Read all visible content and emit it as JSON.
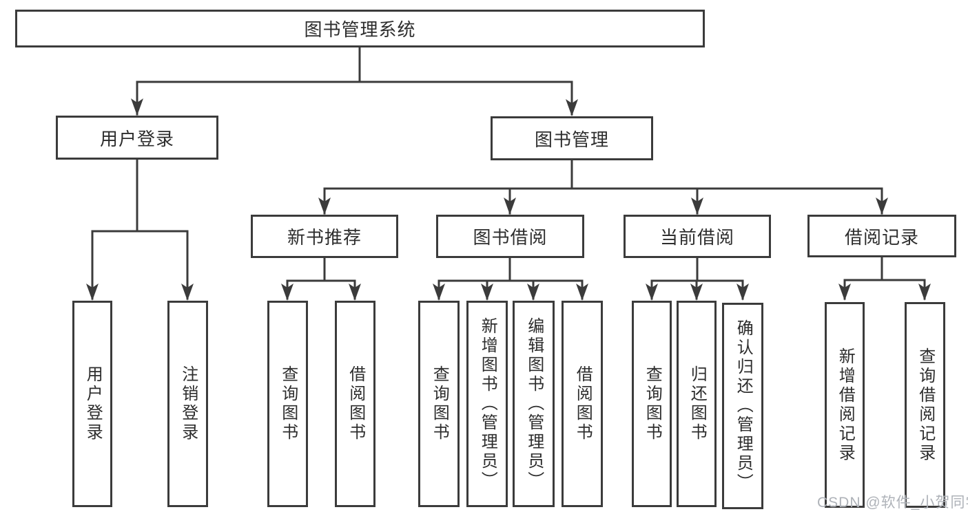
{
  "tree": {
    "root": {
      "label": "图书管理系统",
      "children": [
        {
          "label": "用户登录",
          "children": [
            {
              "label": "用户登录"
            },
            {
              "label": "注销登录"
            }
          ]
        },
        {
          "label": "图书管理",
          "children": [
            {
              "label": "新书推荐",
              "children": [
                {
                  "label": "查询图书"
                },
                {
                  "label": "借阅图书"
                }
              ]
            },
            {
              "label": "图书借阅",
              "children": [
                {
                  "label": "查询图书"
                },
                {
                  "label": "新增图书（管理员）"
                },
                {
                  "label": "编辑图书（管理员）"
                },
                {
                  "label": "借阅图书"
                }
              ]
            },
            {
              "label": "当前借阅",
              "children": [
                {
                  "label": "查询图书"
                },
                {
                  "label": "归还图书"
                },
                {
                  "label": "确认归还（管理员）"
                }
              ]
            },
            {
              "label": "借阅记录",
              "children": [
                {
                  "label": "新增借阅记录"
                },
                {
                  "label": "查询借阅记录"
                }
              ]
            }
          ]
        }
      ]
    }
  },
  "watermark": {
    "text": "CSDN @软件_小贺同学"
  },
  "colors": {
    "line": "#3b3b3b",
    "box_border": "#3b3b3b",
    "box_background": "#ffffff",
    "text": "#2d2d2d",
    "watermark": "#aeb2b8"
  }
}
